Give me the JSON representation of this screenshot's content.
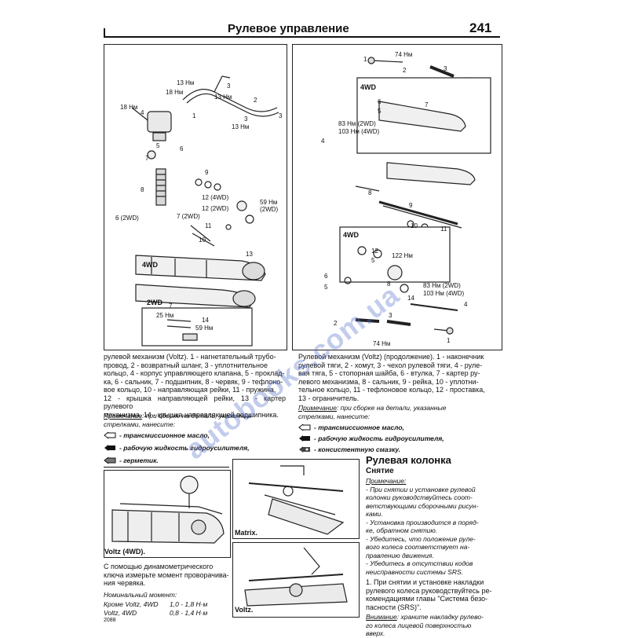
{
  "header": {
    "title": "Рулевое управление",
    "page_number": "241"
  },
  "colors": {
    "ink": "#111111",
    "watermark": "#5a79c8"
  },
  "watermark": {
    "text": "autobooks.com.ua"
  },
  "left_figure": {
    "labels": [
      "18 Нм",
      "13 Нм",
      "3",
      "13 Нм",
      "1",
      "2",
      "3",
      "13 Нм",
      "3",
      "4",
      "18 Нм",
      "6",
      "5",
      "7",
      "9",
      "8",
      "12 (4WD)",
      "12 (2WD)",
      "59 Нм (2WD)",
      "6 (2WD)",
      "7 (2WD)",
      "11",
      "10",
      "13",
      "4WD",
      "2WD",
      "7",
      "25 Нм",
      "14",
      "59 Нм"
    ]
  },
  "left_caption": [
    "рулевой механизм (Voltz). 1 - нагнетательный трубо-",
    "провод, 2 - возвратный шланг, 3 - уплотнительное",
    "кольцо, 4 - корпус управляющего клапана, 5 - проклад-",
    "ка, 6 - сальник, 7 - подшипник, 8 - червяк, 9 - тефлоно-",
    "вое кольцо, 10 - направляющая рейки, 11 - пружина,",
    "12 - крышка направляющей рейки, 13 - картер рулевого",
    "механизма, 14 - крышка направляющей подшипника."
  ],
  "left_note": {
    "heading": "Примечание",
    "text": ": при сборке на детали, указанные",
    "text2": "стрелками, нанесите:",
    "items": [
      "- трансмиссионное масло,",
      "- рабочую жидкость гидроусилителя,",
      "- герметик."
    ]
  },
  "right_figure": {
    "labels": [
      "1",
      "74 Нм",
      "2",
      "3",
      "4WD",
      "6",
      "5",
      "7",
      "83 Нм (2WD)",
      "103 Нм (4WD)",
      "4",
      "8",
      "9",
      "10",
      "11",
      "4WD",
      "12",
      "5",
      "122 Нм",
      "6",
      "5",
      "8",
      "14",
      "83 Нм (2WD)",
      "103 Нм (4WD)",
      "4",
      "2",
      "3",
      "74 Нм",
      "1"
    ]
  },
  "right_caption": [
    "Рулевой механизм (Voltz) (продолжение). 1 - наконечник",
    "рулевой тяги, 2 - хомут, 3 - чехол рулевой тяги, 4 - руле-",
    "вая тяга, 5 - стопорная шайба, 6 - втулка, 7 - картер ру-",
    "левого механизма, 8 - сальник, 9 - рейка, 10 - уплотни-",
    "тельное кольцо, 11 - тефлоновое кольцо, 12 - проставка,",
    "13 - ограничитель."
  ],
  "right_note": {
    "heading": "Примечание",
    "text": ": при сборке на детали, указанные",
    "text2": "стрелками, нанесите:",
    "items": [
      "- трансмиссионное масло,",
      "- рабочую жидкость гидроусилителя,",
      "- консистентную смазку."
    ]
  },
  "bottom_left": {
    "figure_label": "Voltz (4WD).",
    "text": [
      "С помощью динамометрического",
      "ключа измерьте момент проворачива-",
      "ния червяка."
    ],
    "torque_title": "Номинальный момент:",
    "torque_rows": [
      {
        "label": "Кроме Voltz, 4WD",
        "value": "1,0 - 1,8 Н·м"
      },
      {
        "label": "Voltz, 4WD",
        "value": "0,8 - 1,4 Н·м"
      }
    ],
    "footer": "2088"
  },
  "bottom_middle": {
    "fig_top_label": "Matrix.",
    "fig_bottom_label": "Voltz."
  },
  "steering_column": {
    "title": "Рулевая колонка",
    "subtitle": "Снятие",
    "note_heading": "Примечание:",
    "note_lines": [
      "- При снятии и установке рулевой",
      "колонки руководствуйтесь соот-",
      "ветствующими сборочными рисун-",
      "ками.",
      "- Установка производится в поряд-",
      "ке, обратном снятию.",
      "- Убедитесь, что положение руле-",
      "вого колеса соответствует на-",
      "правлению движения.",
      "- Убедитесь в отсутствии кодов",
      "неисправности системы SRS."
    ],
    "step_lines": [
      "1. При снятии и установке накладки",
      "рулевого колеса руководствуйтесь ре-",
      "комендациями главы \"Система безо-",
      "пасности (SRS)\"."
    ],
    "warning_heading": "Внимание",
    "warning_lines": [
      ": храните накладку рулево-",
      "го колеса лицевой поверхностью",
      "вверх."
    ]
  }
}
